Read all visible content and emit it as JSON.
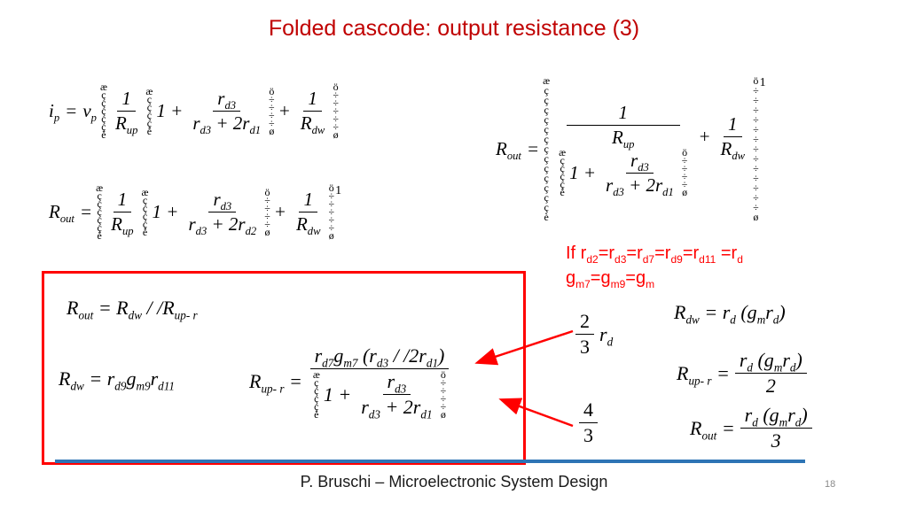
{
  "slide": {
    "title": "Folded cascode: output resistance (3)",
    "footer": "P. Bruschi – Microelectronic System Design",
    "page_number": "18"
  },
  "colors": {
    "title": "#c00000",
    "highlight": "#ff0000",
    "rule": "#2d74b5",
    "page_number": "#8a8a8a"
  },
  "equations": {
    "eq1": {
      "lhs": "i_{p}",
      "equals": "=",
      "coeff": "v_{p}",
      "f1_num": "1",
      "f1_den": "R_{up}",
      "one_plus": "1 +",
      "f2_num": "r_{d3}",
      "f2_den": "r_{d3} + 2r_{d1}",
      "plus": "+",
      "f3_num": "1",
      "f3_den": "R_{dw}"
    },
    "eq2": {
      "lhs": "R_{out}",
      "equals": "=",
      "f1_num": "1",
      "f1_den": "R_{up}",
      "one_plus": "1 +",
      "f2_num": "r_{d3}",
      "f2_den": "r_{d3} + 2r_{d2}",
      "plus": "+",
      "f3_num": "1",
      "f3_den": "R_{dw}",
      "exponent": "1"
    },
    "eq3": {
      "lhs": "R_{out}",
      "equals": "=",
      "f1_num": "1",
      "f1_den": "R_{up}",
      "one_plus": "1 +",
      "f2_num": "r_{d3}",
      "f2_den": "r_{d3} + 2r_{d1}",
      "plus": "+",
      "f3_num": "1",
      "f3_den": "R_{dw}",
      "exponent": "1"
    }
  },
  "condition": {
    "line1": "If r_{d2}=r_{d3}=r_{d7}=r_{d9}=r_{d11} =r_{d}",
    "line2": "g_{m7}=g_{m9}=g_{m}"
  },
  "box": {
    "eq_a": "R_{out} = R_{dw} / /R_{up- r}",
    "eq_b": "R_{dw} = r_{d9}g_{m9}r_{d11}",
    "eq_c_lhs": "R_{up- r} =",
    "eq_c_num": "r_{d7}g_{m7} (r_{d3} / /2r_{d1})",
    "eq_c_one_plus": "1 +",
    "eq_c_f_num": "r_{d3}",
    "eq_c_f_den": "r_{d3} + 2r_{d1}"
  },
  "results": {
    "frac1_num": "2",
    "frac1_den": "3",
    "frac1_var": "r_{d}",
    "rdw": "R_{dw} = r_{d} (g_{m}r_{d})",
    "rup_lhs": "R_{up- r} =",
    "rup_num": "r_{d} (g_{m}r_{d})",
    "rup_den": "2",
    "frac2_num": "4",
    "frac2_den": "3",
    "rout_lhs": "R_{out} =",
    "rout_num": "r_{d} (g_{m}r_{d})",
    "rout_den": "3"
  },
  "glyph_brackets": {
    "left_large": "æ\nç\nç\nç\nç\nç\nè",
    "left_small": "æ\nç\nç\nç\nç\nè",
    "right_large": "ö\n÷\n÷\n÷\n÷\n÷\nø",
    "right_small": "ö\n÷\n÷\n÷\n÷\nø",
    "left_tall": "æ\nç\nç\nç\nç\nç\nç\nç\nç\nç\nç\nç\nç\nç\nè",
    "right_tall": "ö\n÷\n÷\n÷\n÷\n÷\n÷\n÷\n÷\n÷\n÷\n÷\n÷\n÷\nø"
  }
}
